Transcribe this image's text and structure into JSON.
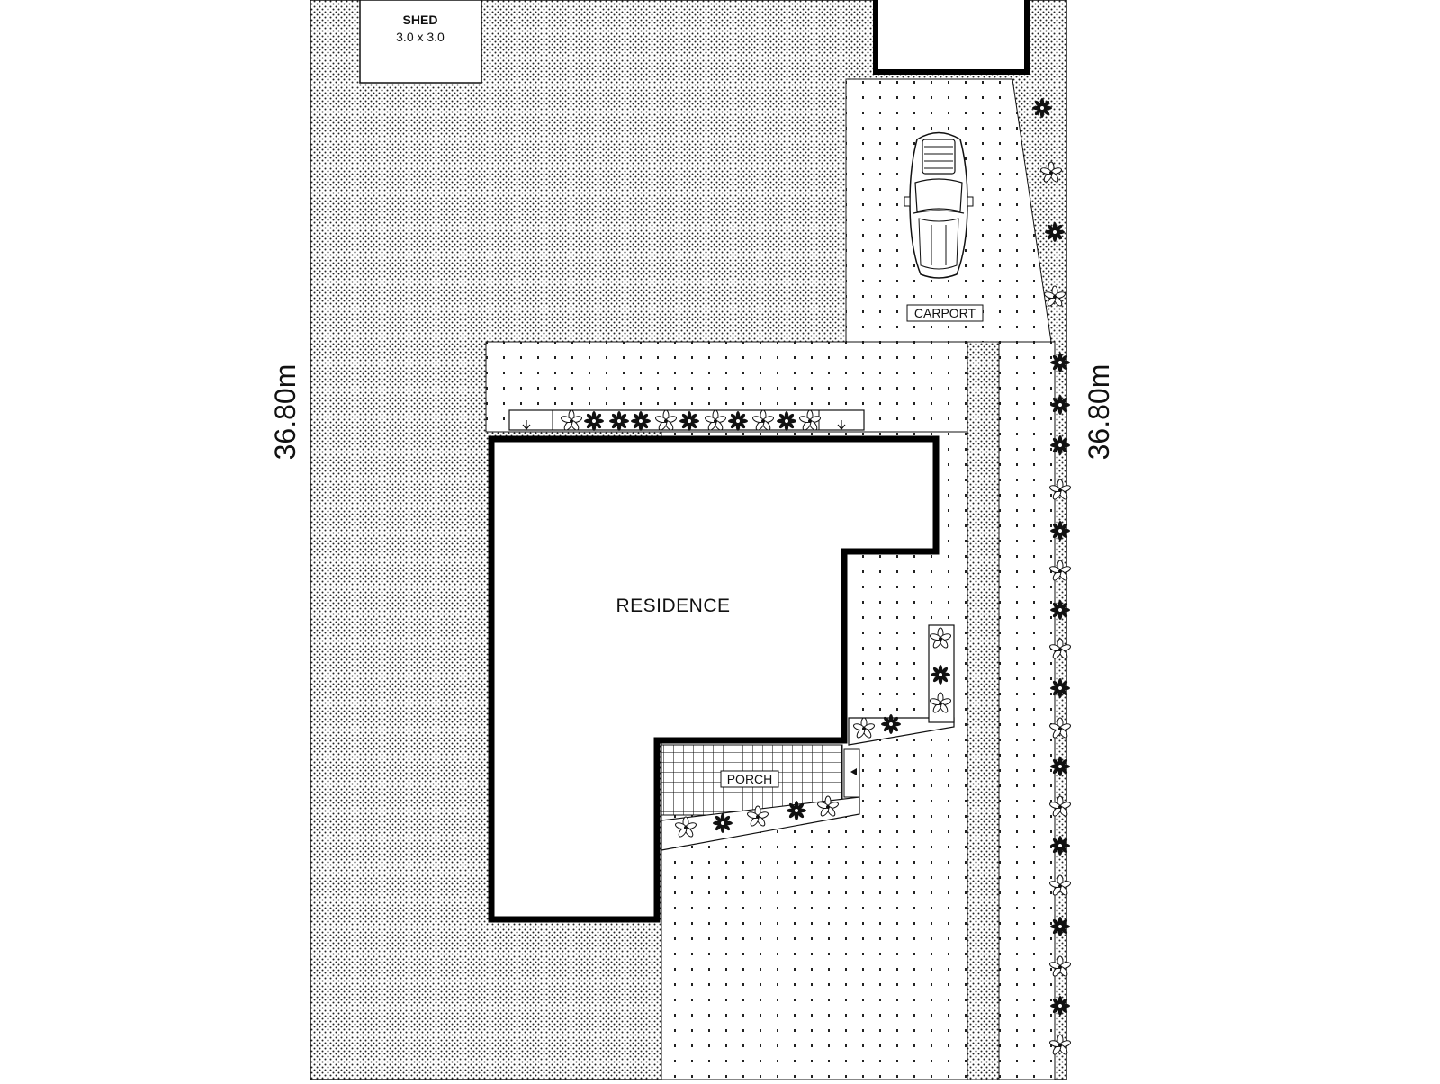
{
  "labels": {
    "shed_title": "SHED",
    "shed_size": "3.0 x 3.0",
    "carport": "CARPORT",
    "residence": "RESIDENCE",
    "porch": "PORCH",
    "dimension_left": "36.80m",
    "dimension_right": "36.80m"
  },
  "icons": {
    "car": "car-icon",
    "plant_a": "flower-icon",
    "plant_b": "shrub-icon"
  },
  "colors": {
    "line": "#000000",
    "background": "#ffffff"
  }
}
